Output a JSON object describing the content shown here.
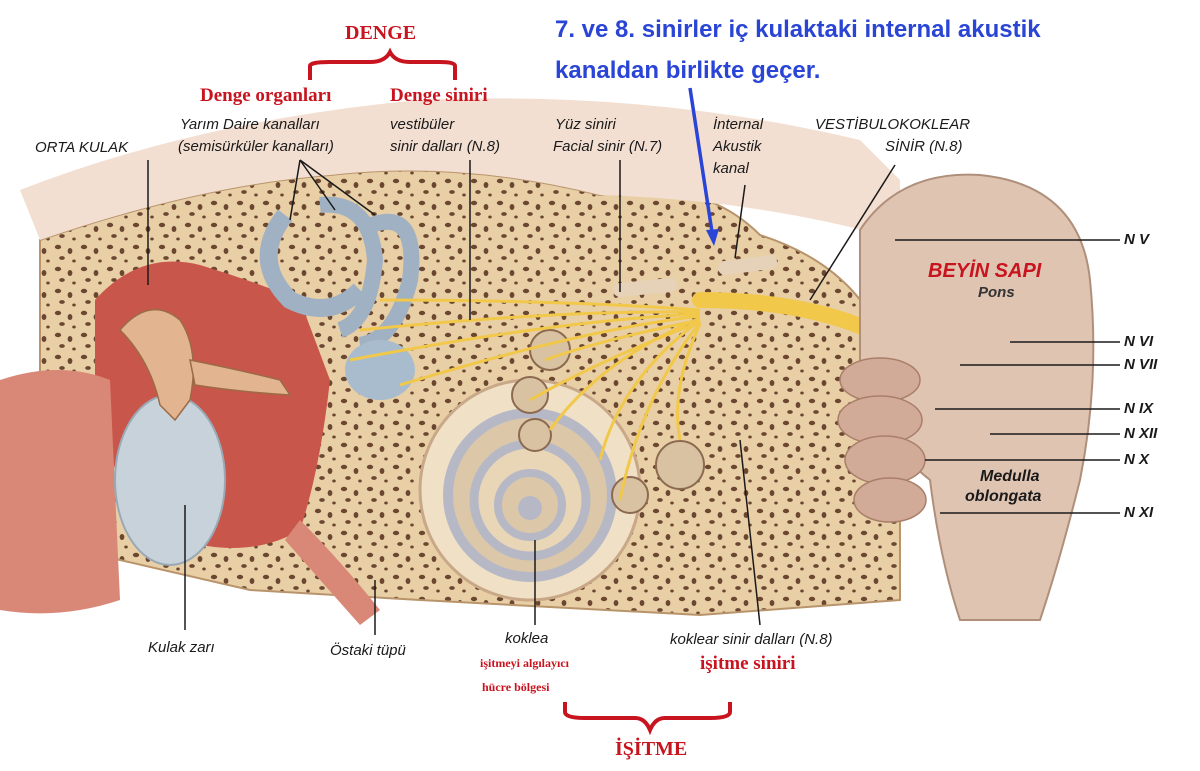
{
  "note": {
    "line1": "7. ve 8. sinirler iç kulaktaki internal akustik",
    "line2": "kanaldan birlikte geçer."
  },
  "groups": {
    "balance": "DENGE",
    "hearing": "İŞİTME"
  },
  "red_labels": {
    "balance_organs": "Denge organları",
    "balance_nerve": "Denge siniri",
    "hearing_cell_line1": "işitmeyi algılayıcı",
    "hearing_cell_line2": "hücre bölgesi",
    "hearing_nerve": "işitme siniri"
  },
  "labels": {
    "middle_ear": "ORTA KULAK",
    "semicircular_line1": "Yarım Daire kanalları",
    "semicircular_line2": "(semisürküler kanalları)",
    "vestibular_line1": "vestibüler",
    "vestibular_line2": "sinir dalları (N.8)",
    "facial_line1": "Yüz siniri",
    "facial_line2": "Facial sinir (N.7)",
    "iac_line1": "İnternal",
    "iac_line2": "Akustik",
    "iac_line3": "kanal",
    "vc_line1": "VESTİBULOKOKLEAR",
    "vc_line2": "SİNİR (N.8)",
    "eardrum": "Kulak zarı",
    "eustachian": "Östaki tüpü",
    "cochlea": "koklea",
    "cochlear_branches": "koklear sinir dalları (N.8)"
  },
  "brainstem": {
    "title": "BEYİN SAPI",
    "pons": "Pons",
    "medulla_line1": "Medulla",
    "medulla_line2": "oblongata"
  },
  "cranial_nerves": [
    "N V",
    "N VI",
    "N VII",
    "N IX",
    "N XII",
    "N X",
    "N XI"
  ],
  "colors": {
    "red_accent": "#c8141e",
    "blue_accent": "#2a45d6",
    "nerve_yellow": "#f1c84a",
    "bone": "#ead2ad",
    "soft_tissue": "#d98877"
  }
}
